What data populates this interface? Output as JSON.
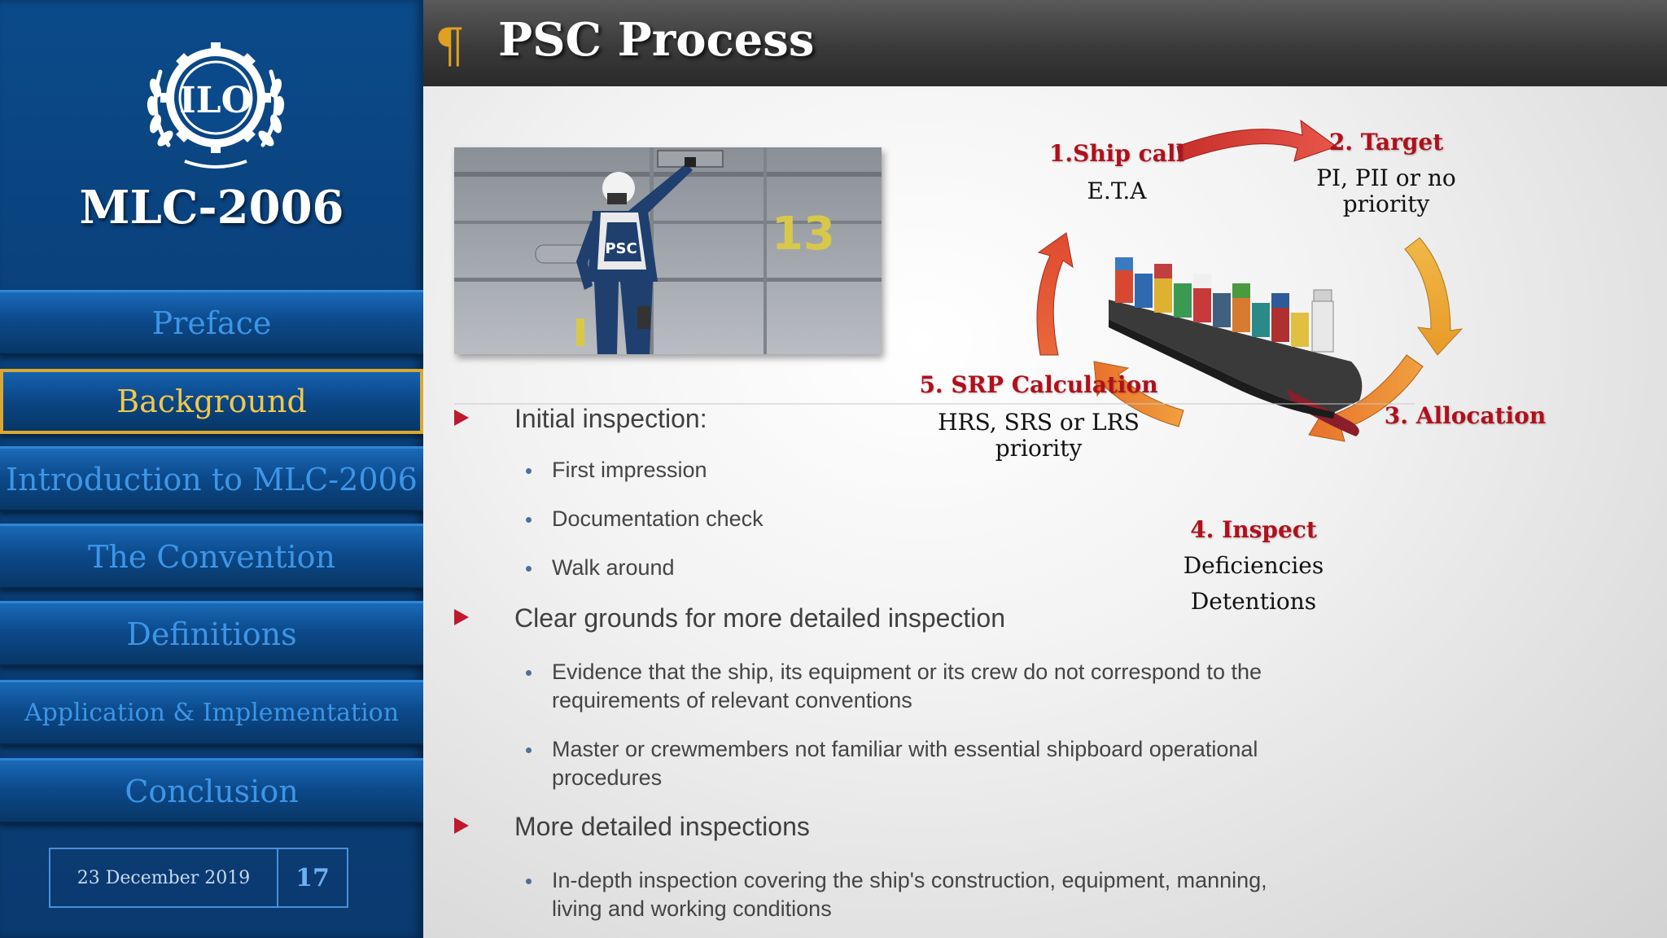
{
  "sidebar": {
    "brand": "MLC-2006",
    "logo_text": "ILO",
    "nav": [
      {
        "label": "Preface",
        "active": false
      },
      {
        "label": "Background",
        "active": true
      },
      {
        "label": "Introduction to MLC-2006",
        "active": false
      },
      {
        "label": "The Convention",
        "active": false
      },
      {
        "label": "Definitions",
        "active": false
      },
      {
        "label": "Application & Implementation",
        "active": false
      },
      {
        "label": "Conclusion",
        "active": false
      }
    ],
    "date": "23 December 2019",
    "page_number": "17"
  },
  "header": {
    "symbol": "¶",
    "title": "PSC Process"
  },
  "photo": {
    "vest_label": "PSC",
    "panel_number": "13"
  },
  "content": {
    "sections": [
      {
        "heading": "Initial inspection:",
        "items": [
          "First impression",
          "Documentation check",
          "Walk around"
        ]
      },
      {
        "heading": "Clear grounds for more detailed inspection",
        "items": [
          "Evidence that the ship, its equipment or its crew do not correspond to the requirements of relevant conventions",
          "Master or crewmembers not familiar with essential shipboard operational procedures"
        ]
      },
      {
        "heading": "More detailed inspections",
        "items": [
          "In-depth inspection covering the ship's construction, equipment, manning, living and working conditions"
        ]
      }
    ]
  },
  "cycle": {
    "step1": {
      "title": "1.Ship call",
      "detail": "E.T.A"
    },
    "step2": {
      "title": "2. Target",
      "detail1": "PI, PII or no",
      "detail2": "priority"
    },
    "step3": {
      "title": "3. Allocation"
    },
    "step4": {
      "title": "4. Inspect",
      "detail1": "Deficiencies",
      "detail2": "Detentions"
    },
    "step5": {
      "title": "5. SRP Calculation",
      "detail1": "HRS, SRS or LRS",
      "detail2": "priority"
    },
    "colors": {
      "arrow_red": "#d9362b",
      "arrow_orange": "#e8772a",
      "arrow_gold": "#f0a832"
    }
  }
}
